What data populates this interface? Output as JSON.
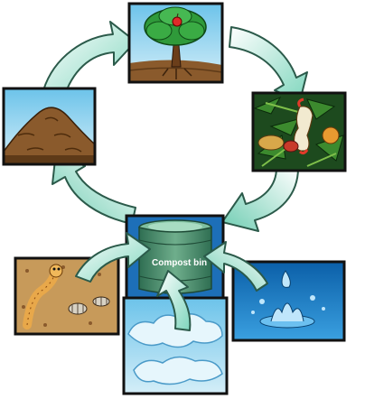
{
  "diagram": {
    "bin_label": "Compost bin"
  },
  "colors": {
    "sky": "#8fd0ee",
    "soil": "#8a5a2c",
    "leaf_green": "#2f9a3a",
    "arrow_fill": "#bfeee0",
    "bin_green": "#4c8f6c",
    "water_blue": "#1f7fc8",
    "earth_tan": "#c79a5a"
  },
  "panels": [
    {
      "name": "apple-tree-panel",
      "icon": "apple-tree-icon"
    },
    {
      "name": "food-scraps-panel",
      "icon": "apple-core-icon"
    },
    {
      "name": "compost-bin-panel",
      "icon": "compost-bin-icon"
    },
    {
      "name": "worms-bugs-panel",
      "icon": "worm-icon"
    },
    {
      "name": "air-panel",
      "icon": "cloud-icon"
    },
    {
      "name": "water-panel",
      "icon": "water-splash-icon"
    },
    {
      "name": "soil-pile-panel",
      "icon": "soil-mound-icon"
    }
  ]
}
